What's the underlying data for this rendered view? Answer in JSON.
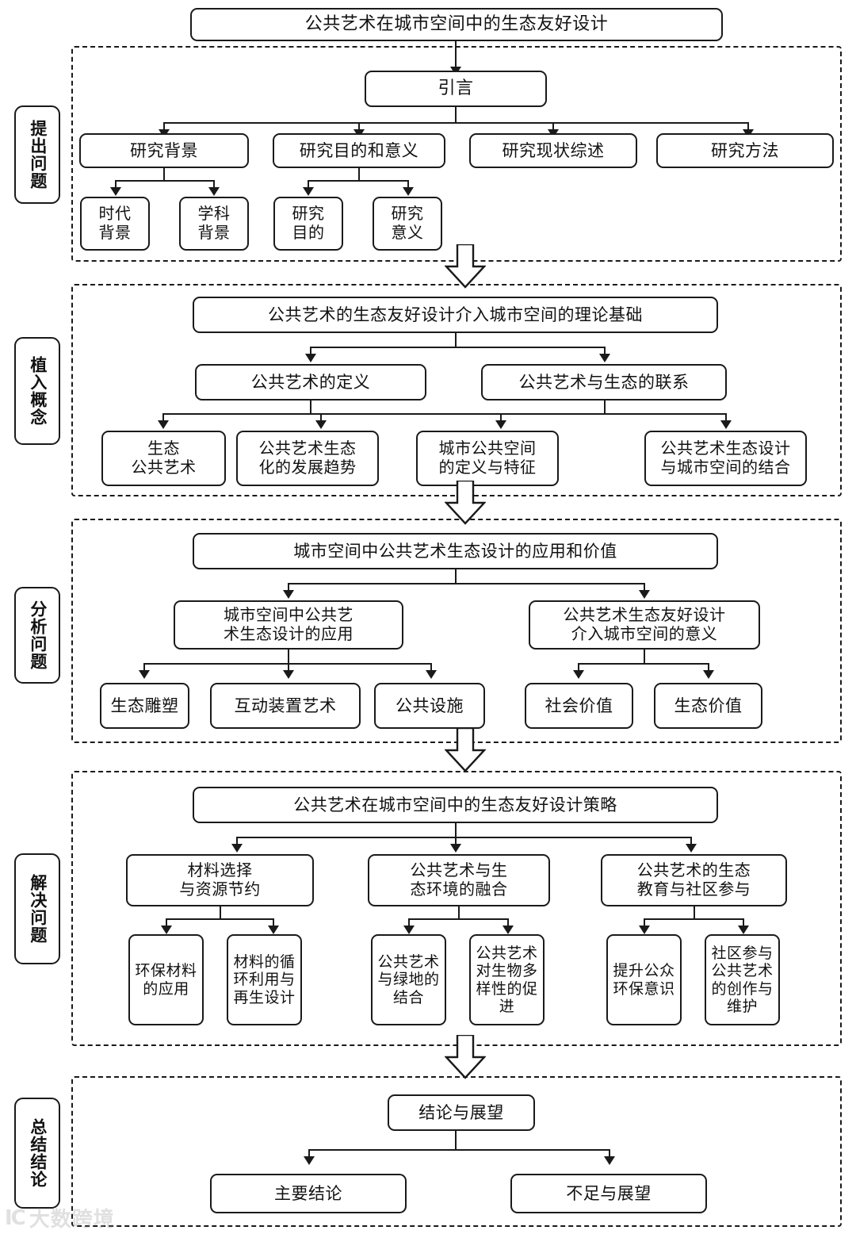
{
  "diagram": {
    "title": "公共艺术在城市空间中的生态友好设计",
    "watermark": {
      "logo": "IC",
      "text": "大数跨境"
    }
  },
  "stages": [
    {
      "id": "stage1",
      "label": "提出问题"
    },
    {
      "id": "stage2",
      "label": "植入概念"
    },
    {
      "id": "stage3",
      "label": "分析问题"
    },
    {
      "id": "stage4",
      "label": "解决问题"
    },
    {
      "id": "stage5",
      "label": "总结结论"
    }
  ],
  "stage1": {
    "root": "引言",
    "level2": [
      "研究背景",
      "研究目的和意义",
      "研究现状综述",
      "研究方法"
    ],
    "level3": [
      "时代\n背景",
      "学科\n背景",
      "研究\n目的",
      "研究\n意义"
    ]
  },
  "stage2": {
    "root": "公共艺术的生态友好设计介入城市空间的理论基础",
    "level2": [
      "公共艺术的定义",
      "公共艺术与生态的联系"
    ],
    "level3": [
      "生态\n公共艺术",
      "公共艺术生态\n化的发展趋势",
      "城市公共空间\n的定义与特征",
      "公共艺术生态设计\n与城市空间的结合"
    ]
  },
  "stage3": {
    "root": "城市空间中公共艺术生态设计的应用和价值",
    "level2": [
      "城市空间中公共艺\n术生态设计的应用",
      "公共艺术生态友好设计\n介入城市空间的意义"
    ],
    "level3_left": [
      "生态雕塑",
      "互动装置艺术",
      "公共设施"
    ],
    "level3_right": [
      "社会价值",
      "生态价值"
    ]
  },
  "stage4": {
    "root": "公共艺术在城市空间中的生态友好设计策略",
    "level2": [
      "材料选择\n与资源节约",
      "公共艺术与生\n态环境的融合",
      "公共艺术的生态\n教育与社区参与"
    ],
    "level3": [
      "环保材料\n的应用",
      "材料的循\n环利用与\n再生设计",
      "公共艺术\n与绿地的\n结合",
      "公共艺术\n对生物多\n样性的促\n进",
      "提升公众\n环保意识",
      "社区参与\n公共艺术\n的创作与\n维护"
    ]
  },
  "stage5": {
    "root": "结论与展望",
    "level2": [
      "主要结论",
      "不足与展望"
    ]
  },
  "colors": {
    "stroke": "#1a1a1a",
    "background": "#ffffff"
  }
}
